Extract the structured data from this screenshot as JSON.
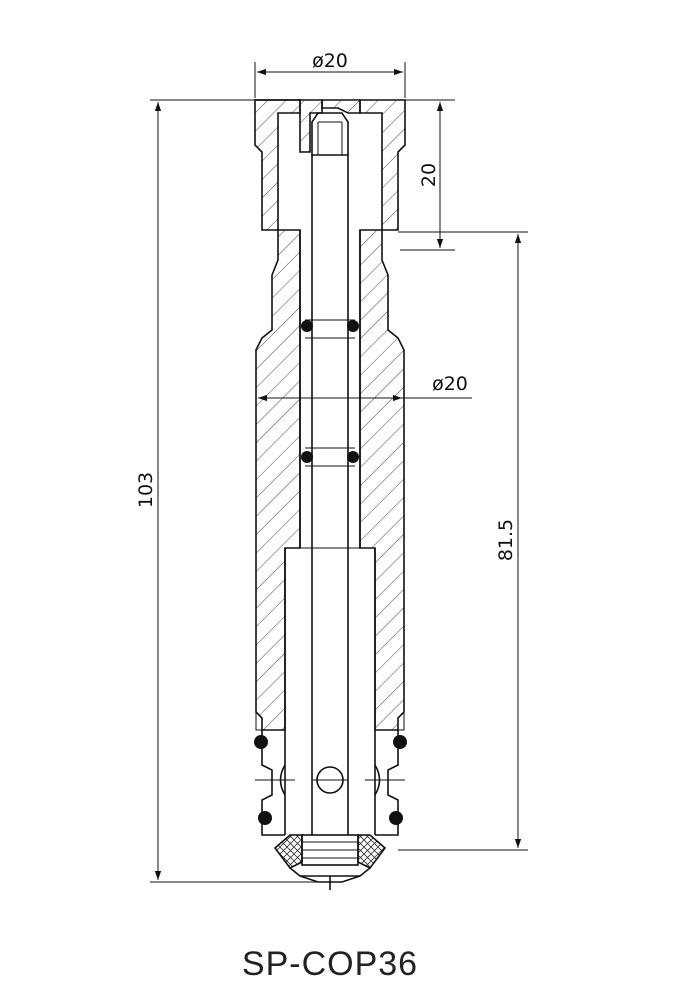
{
  "dimensions": {
    "top_diameter": "ø20",
    "mid_diameter": "ø20",
    "head_height": "20",
    "overall_length": "103",
    "lower_length": "81.5"
  },
  "model": "SP-COP36"
}
